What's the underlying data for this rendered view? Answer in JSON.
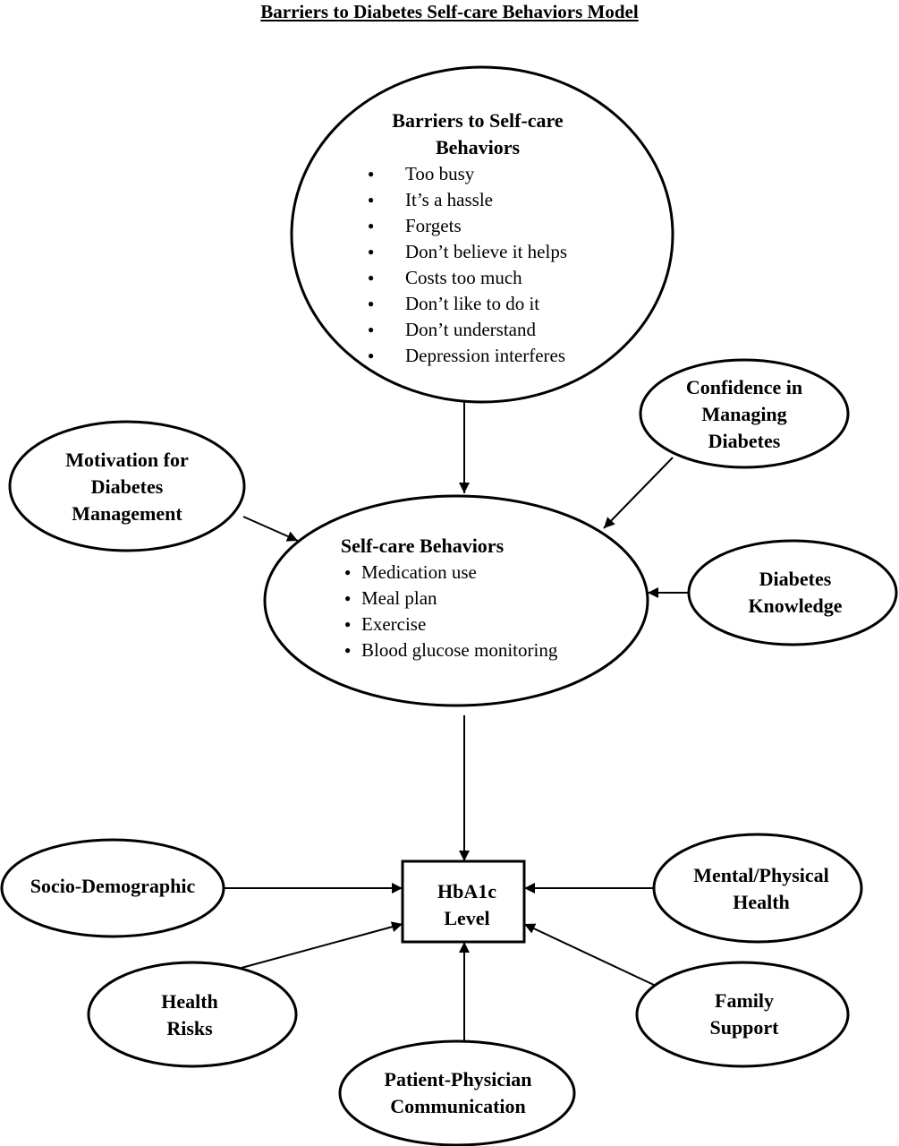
{
  "title": "Barriers to Diabetes Self-care Behaviors Model",
  "nodes": {
    "barriers": {
      "title": "Barriers to Self-care Behaviors",
      "items": [
        "Too busy",
        "It’s a hassle",
        "Forgets",
        "Don’t believe it helps",
        "Costs too much",
        "Don’t like to do it",
        "Don’t understand",
        "Depression interferes"
      ]
    },
    "confidence": "Confidence in Managing Diabetes",
    "motivation": "Motivation for Diabetes Management",
    "selfcare": {
      "title": "Self-care Behaviors",
      "items": [
        "Medication use",
        "Meal plan",
        "Exercise",
        "Blood glucose monitoring"
      ]
    },
    "knowledge": "Diabetes Knowledge",
    "hba1c": "HbA1c Level",
    "socio": "Socio-Demographic",
    "mental": "Mental/Physical Health",
    "health_risks": "Health Risks",
    "family": "Family Support",
    "communication": "Patient-Physician Communication"
  }
}
